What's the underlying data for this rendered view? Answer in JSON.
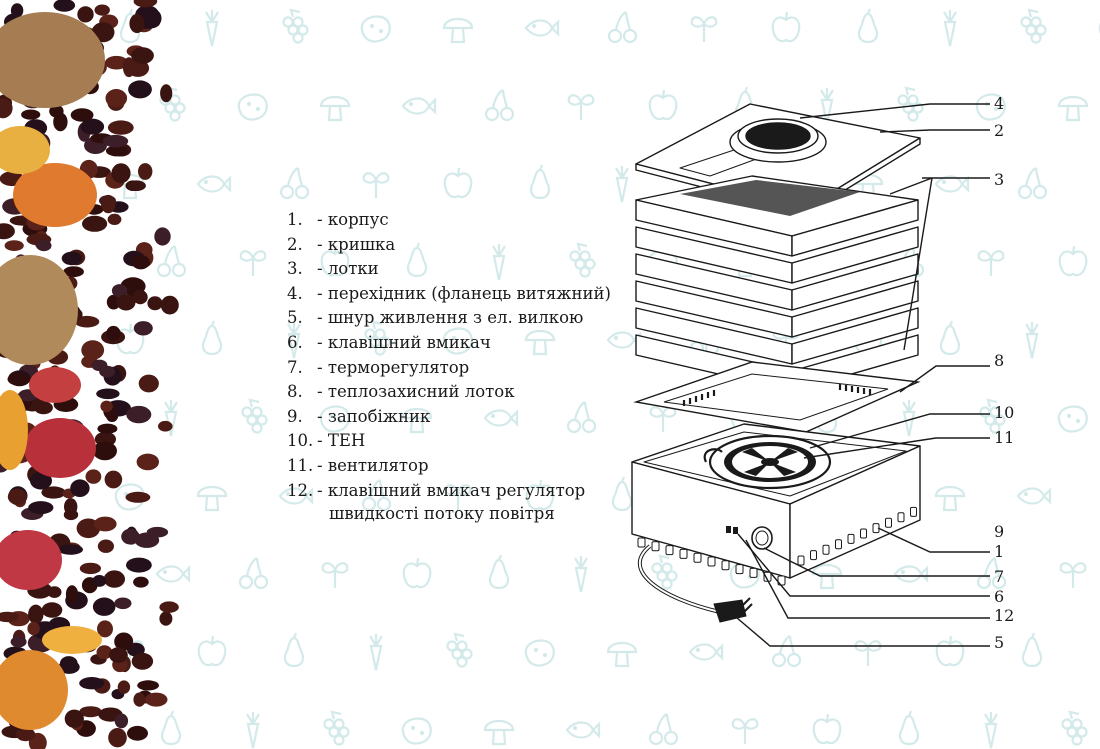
{
  "legend": {
    "items": [
      {
        "num": "1.",
        "text": "- корпус"
      },
      {
        "num": "2.",
        "text": "- кришка"
      },
      {
        "num": "3.",
        "text": "- лотки"
      },
      {
        "num": "4.",
        "text": "- перехідник (фланець витяжний)"
      },
      {
        "num": "5.",
        "text": "- шнур живлення з ел. вилкою"
      },
      {
        "num": "6.",
        "text": "- клавішний вмикач"
      },
      {
        "num": "7.",
        "text": "- терморегулятор"
      },
      {
        "num": "8.",
        "text": "- теплозахисний лоток"
      },
      {
        "num": "9.",
        "text": "- запобіжник"
      },
      {
        "num": "10.",
        "text": "- ТЕН"
      },
      {
        "num": "11.",
        "text": "- вентилятор"
      },
      {
        "num": "12.",
        "text": "- клавішний вмикач регулятор"
      }
    ],
    "item12_continuation": "швидкості  потоку повітря"
  },
  "callouts": {
    "c4": "4",
    "c2": "2",
    "c3": "3",
    "c8": "8",
    "c10": "10",
    "c11": "11",
    "c9": "9",
    "c1": "1",
    "c7": "7",
    "c6": "6",
    "c12": "12",
    "c5": "5"
  },
  "colors": {
    "pattern": "#d6ecec",
    "line": "#1a1a1a",
    "mesh": "#555555"
  },
  "icons": [
    "pear-icon",
    "grapes-icon",
    "mushroom-icon",
    "cherry-icon",
    "apple-icon",
    "carrot-icon",
    "potato-icon",
    "fish-icon",
    "sprout-icon"
  ]
}
